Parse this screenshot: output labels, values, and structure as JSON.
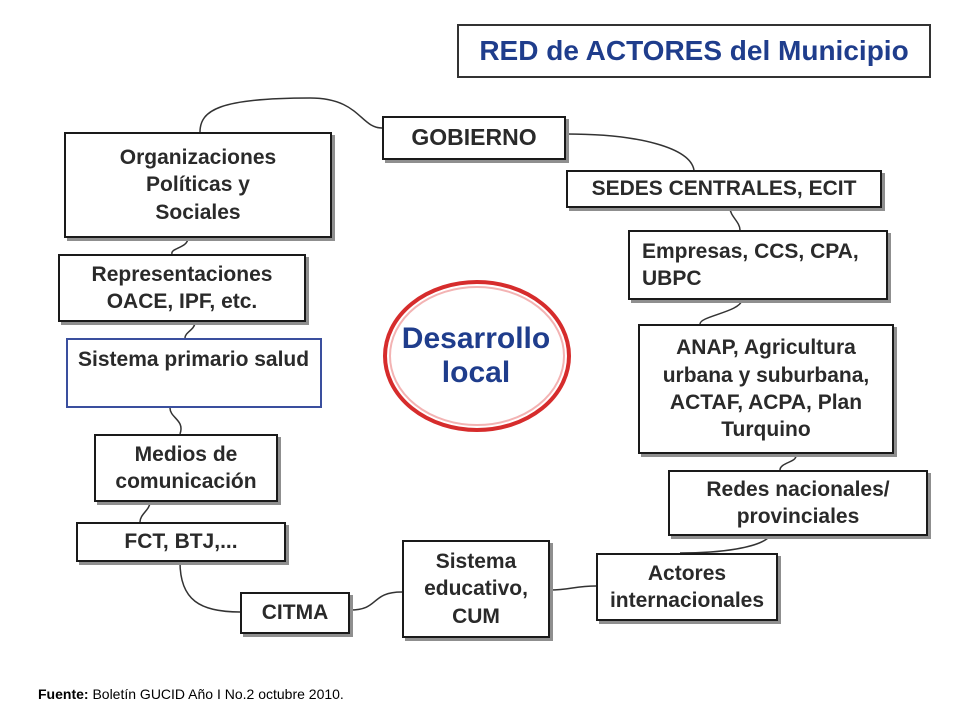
{
  "title": "RED de ACTORES del Municipio",
  "center": "Desarrollo\nlocal",
  "nodes": {
    "gobierno": "GOBIERNO",
    "organizaciones": "Organizaciones\n      Políticas y\nSociales",
    "representaciones": "Representaciones\nOACE, IPF, etc.",
    "sistema_salud": "Sistema primario salud",
    "medios": "Medios de\ncomunicación",
    "fct": "FCT, BTJ,...",
    "citma": "CITMA",
    "sistema_educativo": "Sistema\neducativo,\nCUM",
    "actores_internacionales": "Actores\ninternacionales",
    "redes": "Redes nacionales/\nprovinciales",
    "anap": "ANAP, Agricultura\nurbana y suburbana,\nACTAF, ACPA, Plan\nTurquino",
    "empresas": "Empresas, CCS, CPA,\nUBPC",
    "sedes": "SEDES CENTRALES, ECIT"
  },
  "source": {
    "label": "Fuente:",
    "text": " Boletín GUCID Año I No.2 octubre 2010."
  },
  "colors": {
    "title_text": "#1f3d8c",
    "center_ring": "#d62c2c",
    "health_border": "#3a4f9e"
  }
}
